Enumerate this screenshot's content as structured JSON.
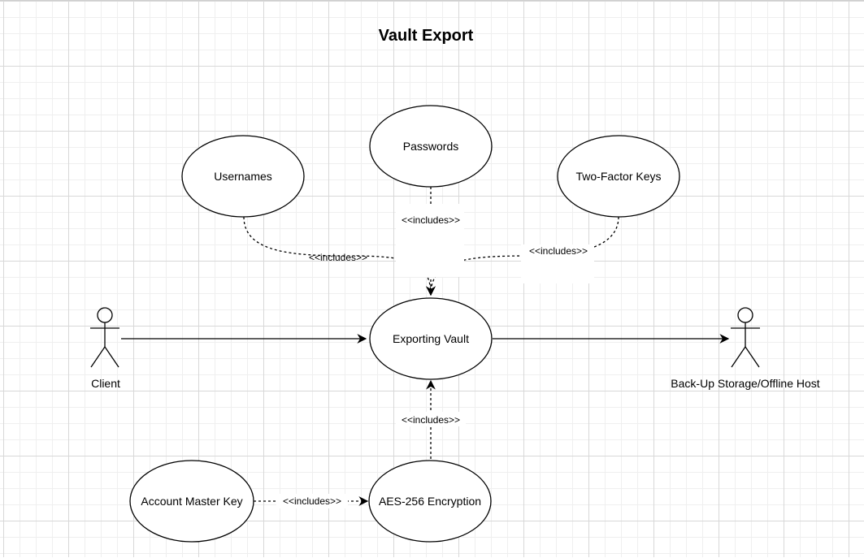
{
  "diagram": {
    "title": "Vault Export",
    "actors": [
      {
        "id": "client",
        "label": "Client"
      },
      {
        "id": "backup",
        "label": "Back-Up Storage/Offline Host"
      }
    ],
    "use_cases": [
      {
        "id": "usernames",
        "label": "Usernames"
      },
      {
        "id": "passwords",
        "label": "Passwords"
      },
      {
        "id": "two_factor",
        "label": "Two-Factor Keys"
      },
      {
        "id": "exporting",
        "label": "Exporting Vault"
      },
      {
        "id": "master_key",
        "label": "Account Master Key"
      },
      {
        "id": "aes",
        "label": "AES-256 Encryption"
      }
    ],
    "relations": [
      {
        "from": "client",
        "to": "exporting",
        "type": "association"
      },
      {
        "from": "exporting",
        "to": "backup",
        "type": "association"
      },
      {
        "from": "usernames",
        "to": "exporting",
        "type": "include",
        "label": "<<includes>>"
      },
      {
        "from": "passwords",
        "to": "exporting",
        "type": "include",
        "label": "<<includes>>"
      },
      {
        "from": "two_factor",
        "to": "exporting",
        "type": "include",
        "label": "<<includes>>"
      },
      {
        "from": "aes",
        "to": "exporting",
        "type": "include",
        "label": "<<includes>>"
      },
      {
        "from": "master_key",
        "to": "aes",
        "type": "include",
        "label": "<<includes>>"
      }
    ]
  }
}
